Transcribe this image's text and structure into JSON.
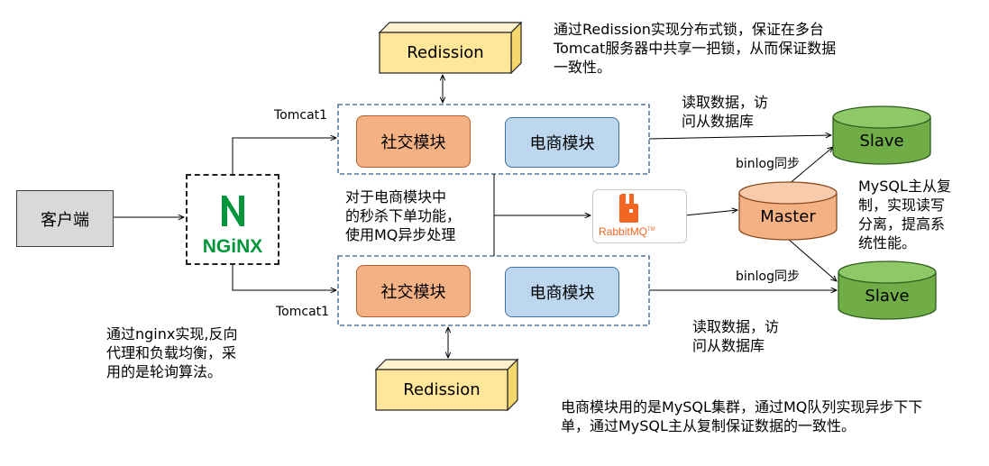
{
  "client": {
    "label": "客户端"
  },
  "nginx": {
    "logo_text": "NGiNX"
  },
  "redission_top": {
    "label": "Redission"
  },
  "redission_bottom": {
    "label": "Redission"
  },
  "tomcat_top": {
    "label": "Tomcat1",
    "social_module": "社交模块",
    "ecommerce_module": "电商模块"
  },
  "tomcat_bottom": {
    "label": "Tomcat1",
    "social_module": "社交模块",
    "ecommerce_module": "电商模块"
  },
  "rabbitmq": {
    "brand": "RabbitMQ",
    "suffix": "TM"
  },
  "databases": {
    "master": "Master",
    "slave_top": "Slave",
    "slave_bottom": "Slave"
  },
  "labels": {
    "binlog_top": "binlog同步",
    "binlog_bottom": "binlog同步"
  },
  "notes": {
    "redission": [
      "通过Redission实现分布式锁，保证在多台",
      "Tomcat服务器中共享一把锁，从而保证数据",
      "一致性。"
    ],
    "read_top": [
      "读取数据，访",
      "问从数据库"
    ],
    "read_bottom": [
      "读取数据，访",
      "问从数据库"
    ],
    "seckill": [
      "对于电商模块中",
      "的秒杀下单功能，",
      "使用MQ异步处理"
    ],
    "mysql": [
      "MySQL主从复",
      "制，实现读写",
      "分离，提高系",
      "统性能。"
    ],
    "nginx": [
      "通过nginx实现,反向",
      "代理和负载均衡，采",
      "用的是轮询算法。"
    ],
    "cluster": [
      "电商模块用的是MySQL集群，通过MQ队列实现异步下下",
      "单，通过MySQL主从复制保证数据的一致性。"
    ]
  },
  "colors": {
    "redission_fill": "#ffe699",
    "social_fill": "#f4b183",
    "ecommerce_fill": "#bdd7ee",
    "master_fill": "#f4b183",
    "slave_fill": "#70ad47",
    "nginx_green": "#009639",
    "rabbit_orange": "#f26522",
    "client_fill": "#d9d9d9"
  }
}
